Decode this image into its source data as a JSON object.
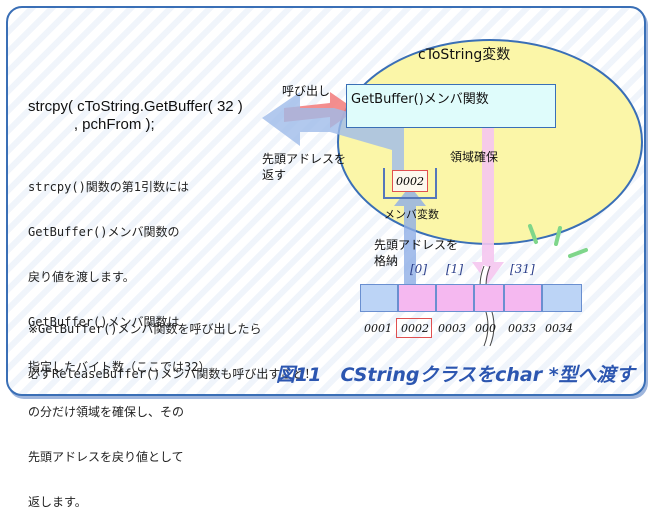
{
  "object_title": "cToString変数",
  "getbuffer_box": "GetBuffer()メンバ関数",
  "code_line1": "strcpy( cToString.GetBuffer( 32 )",
  "code_line2": "           , pchFrom );",
  "label_call": "呼び出し",
  "label_return_address": [
    "先頭アドレスを",
    "返す"
  ],
  "label_reserve": "領域確保",
  "member_value": "0002",
  "member_label": "メンバ変数",
  "label_store_address": [
    "先頭アドレスを",
    "格納"
  ],
  "description": [
    "strcpy()関数の第1引数には",
    "GetBuffer()メンバ関数の",
    "戻り値を渡します。",
    "GetBuffer()メンバ関数は",
    "指定したバイト数（ここでは32）",
    "の分だけ領域を確保し、その",
    "先頭アドレスを戻り値として",
    "返します。"
  ],
  "note": [
    "※GetBuffer()メンバ関数を呼び出したら",
    "必ずReleaseBuffer()メンバ関数も呼び出すこと！"
  ],
  "array_indices": [
    "[0]",
    "[1]",
    "[31]"
  ],
  "addresses": [
    "0001",
    "0002",
    "0003",
    "000",
    "0033",
    "0034"
  ],
  "caption": "図11　CStringクラスをchar *型へ渡す",
  "colors": {
    "frame": "#3a6fb6",
    "ellipse": "#fbf6a8",
    "box_fill": "#dffcfb",
    "pink": "#f5b8f0",
    "blue_cell": "#bcd4f6",
    "highlight": "#e05050",
    "caption": "#2c56b0"
  }
}
